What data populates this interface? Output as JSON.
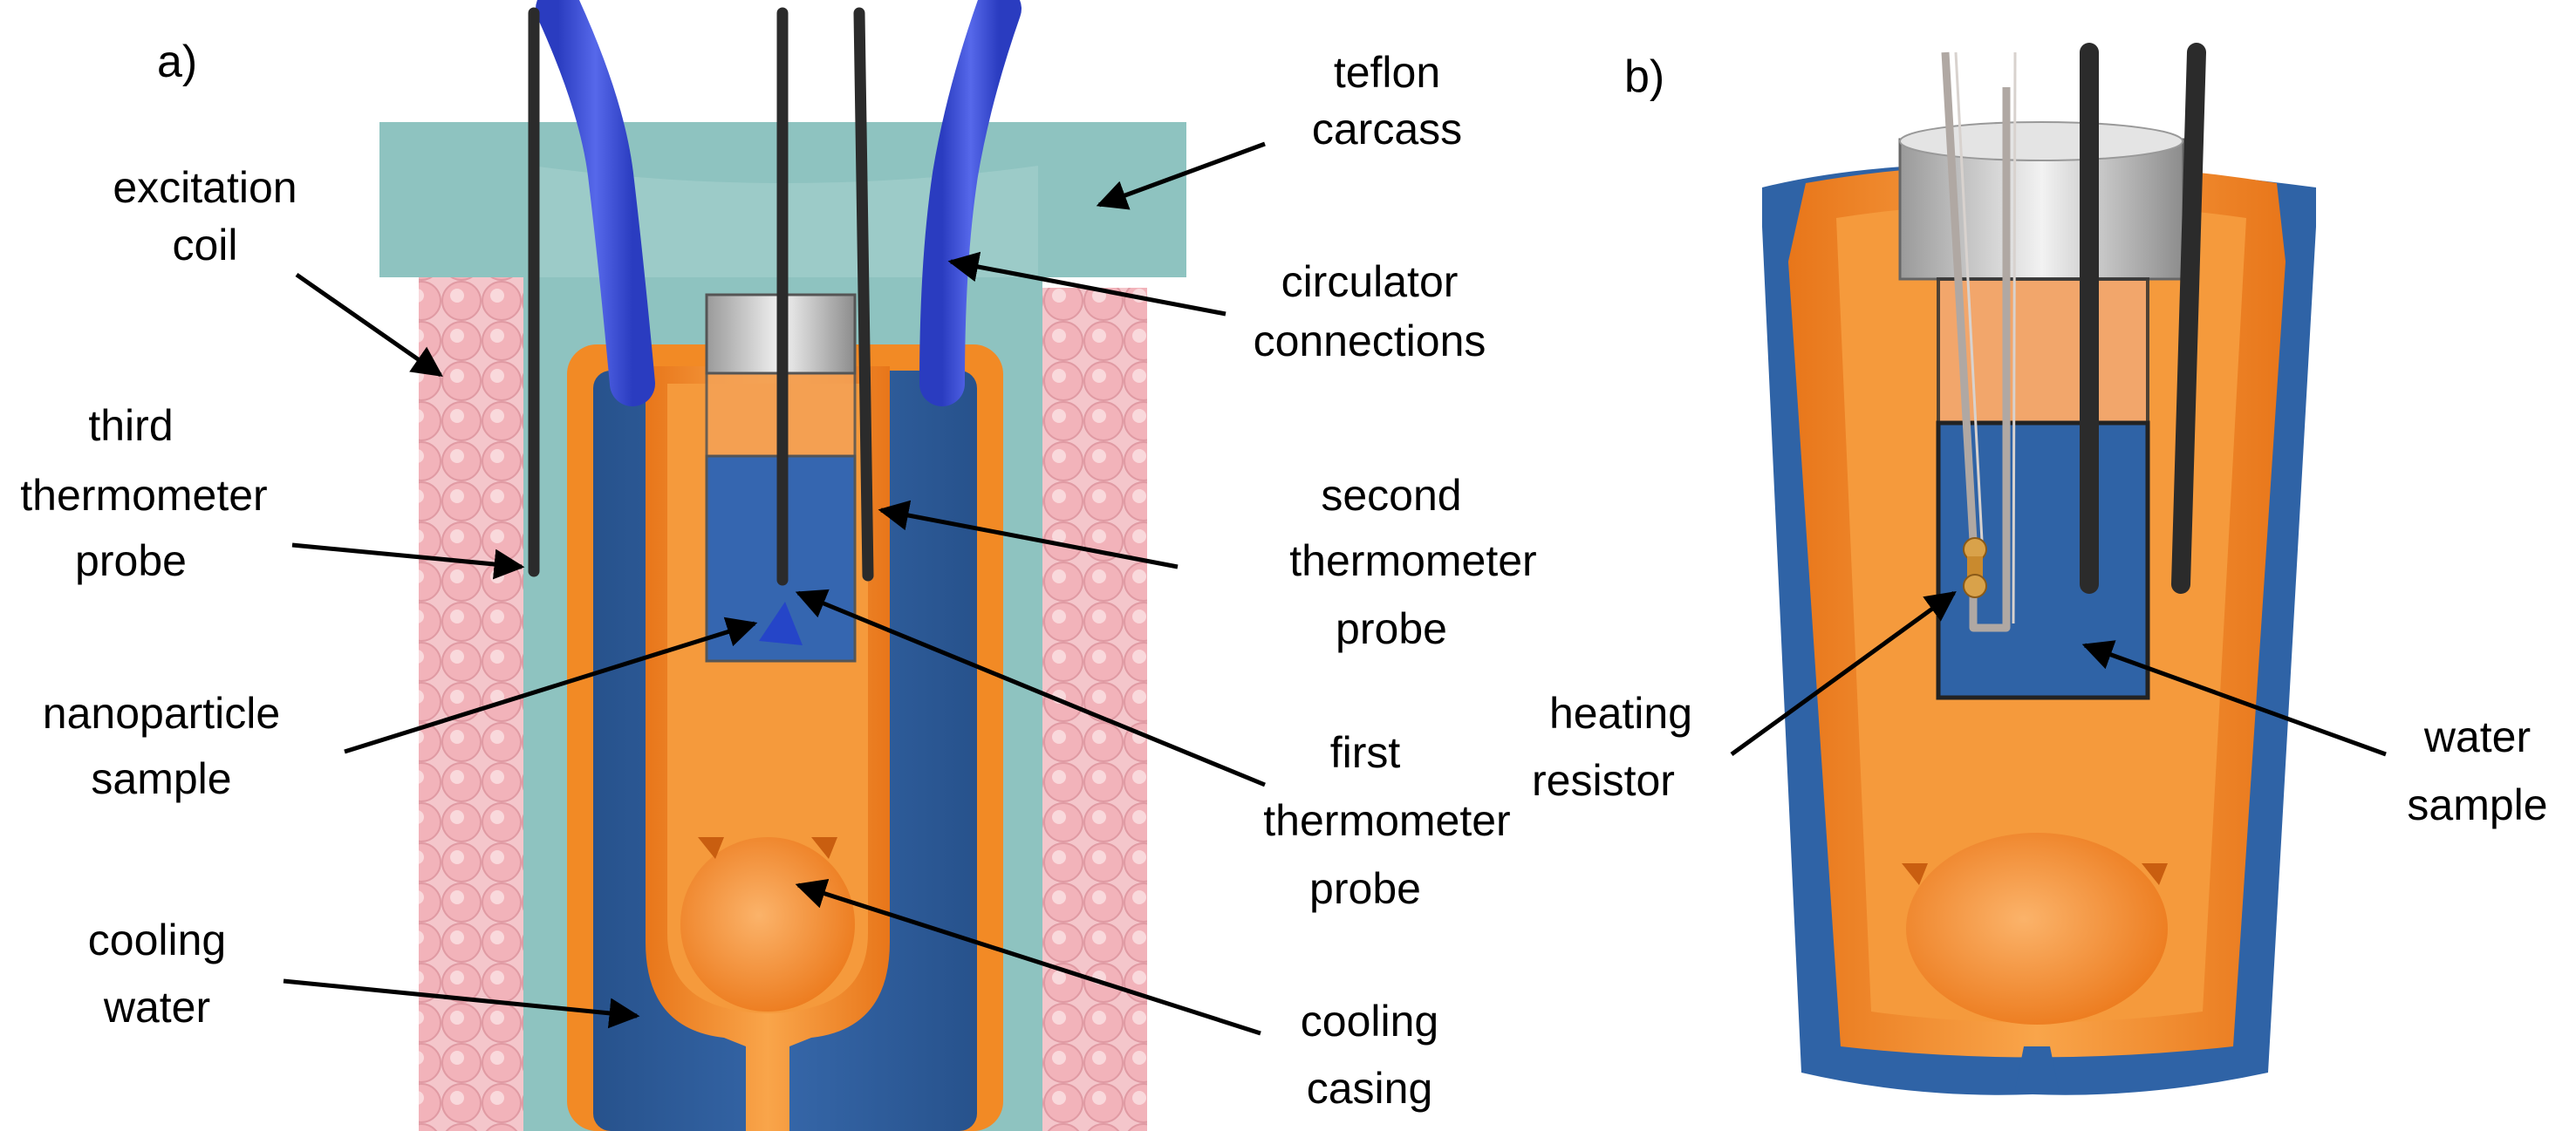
{
  "panels": {
    "a": "a)",
    "b": "b)"
  },
  "labels": {
    "teflon_carcass": [
      "teflon",
      "carcass"
    ],
    "excitation_coil": [
      "excitation",
      "coil"
    ],
    "circulator_connections": [
      "circulator",
      "connections"
    ],
    "third_thermometer_probe": [
      "third",
      "thermometer",
      "probe"
    ],
    "second_thermometer_probe": [
      "second",
      "thermometer",
      "probe"
    ],
    "nanoparticle_sample": [
      "nanoparticle",
      "sample"
    ],
    "first_thermometer_probe": [
      "first",
      "thermometer",
      "probe"
    ],
    "cooling_water": [
      "cooling",
      "water"
    ],
    "cooling_casing": [
      "cooling",
      "casing"
    ],
    "heating_resistor": [
      "heating",
      "resistor"
    ],
    "water_sample": [
      "water",
      "sample"
    ]
  },
  "colors": {
    "teflon": "#8ec3c0",
    "coil": "#f2b8be",
    "coil_edge": "#e39aa3",
    "water": "#2f5f9e",
    "casing_orange": "#f28a25",
    "casing_light": "#f7a040",
    "tube_blue": "#3d4fd6",
    "probe": "#2b2b2b",
    "cap_gray": "#d8d8d8",
    "resistor": "#d9a24a"
  }
}
